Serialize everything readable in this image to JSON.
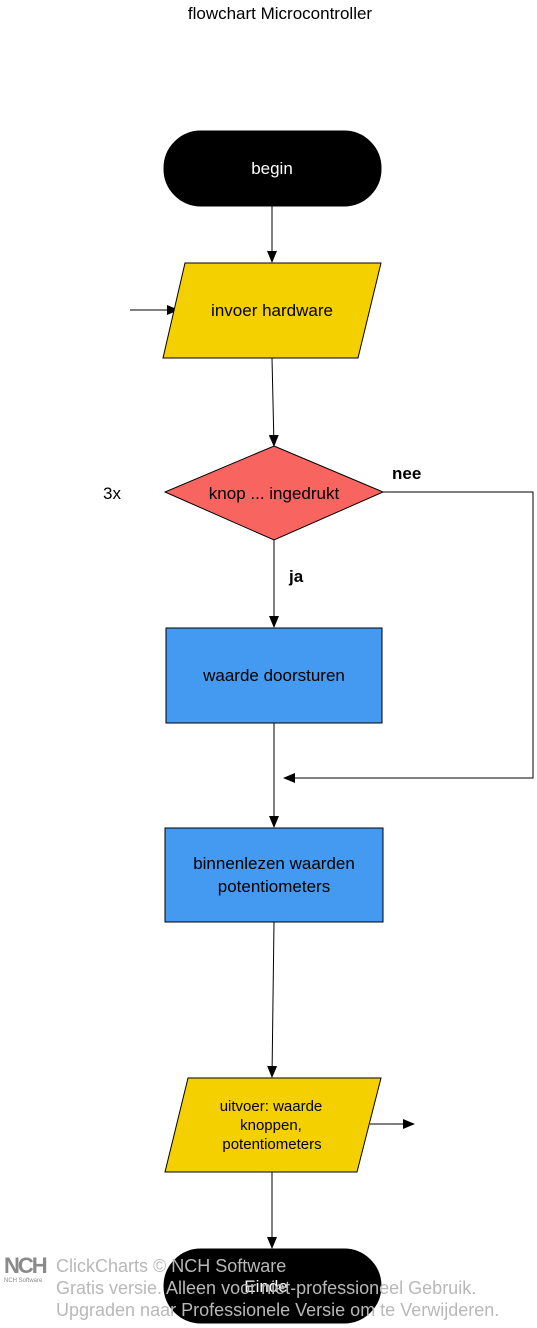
{
  "diagram": {
    "title": "flowchart Microcontroller",
    "nodes": {
      "begin": "begin",
      "input": "invoer hardware",
      "decision": "knop ... ingedrukt",
      "process1": "waarde doorsturen",
      "process2_line1": "binnenlezen waarden",
      "process2_line2": "potentiometers",
      "output_line1": "uitvoer: waarde",
      "output_line2": "knoppen,",
      "output_line3": "potentiometers",
      "end": "Einde"
    },
    "labels": {
      "no": "nee",
      "yes": "ja",
      "repeat": "3x"
    },
    "colors": {
      "terminal": "#000000",
      "io": "#f5d000",
      "decision": "#f86460",
      "process": "#4499f0"
    }
  },
  "watermark": {
    "logo": "NCH",
    "logo_sub": "NCH Software",
    "line1": "ClickCharts © NCH Software",
    "line2": "Gratis versie. Alleen voor niet-professioneel Gebruik.",
    "line3": "Upgraden naar Professionele Versie om te Verwijderen."
  }
}
